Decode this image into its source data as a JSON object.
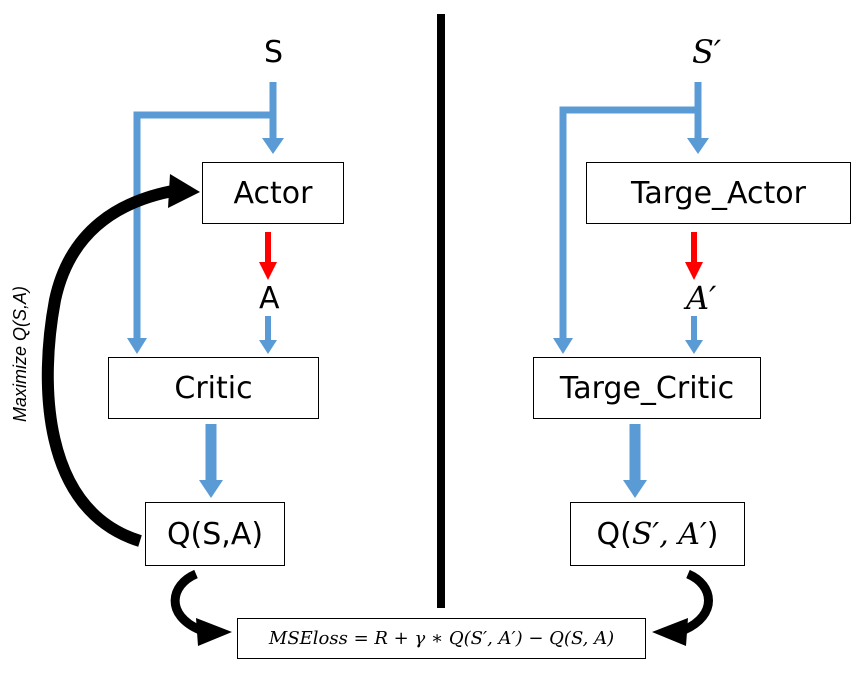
{
  "colors": {
    "flow": "#5b9bd5",
    "action": "#ff0000",
    "gradient": "#000000",
    "divider": "#000000"
  },
  "left": {
    "state": "S",
    "actor": "Actor",
    "action": "A",
    "critic": "Critic",
    "q_value": "Q(S,A)",
    "side_label": "Maximize Q(S,A)"
  },
  "right": {
    "state": "S′",
    "actor": "Targe_Actor",
    "action": "A′",
    "critic": "Targe_Critic",
    "q_value_prefix": "Q(",
    "q_value_math": "S′, A′",
    "q_value_suffix": ")"
  },
  "loss": "MSEloss = R + γ ∗ Q(S′, A′) − Q(S, A)"
}
